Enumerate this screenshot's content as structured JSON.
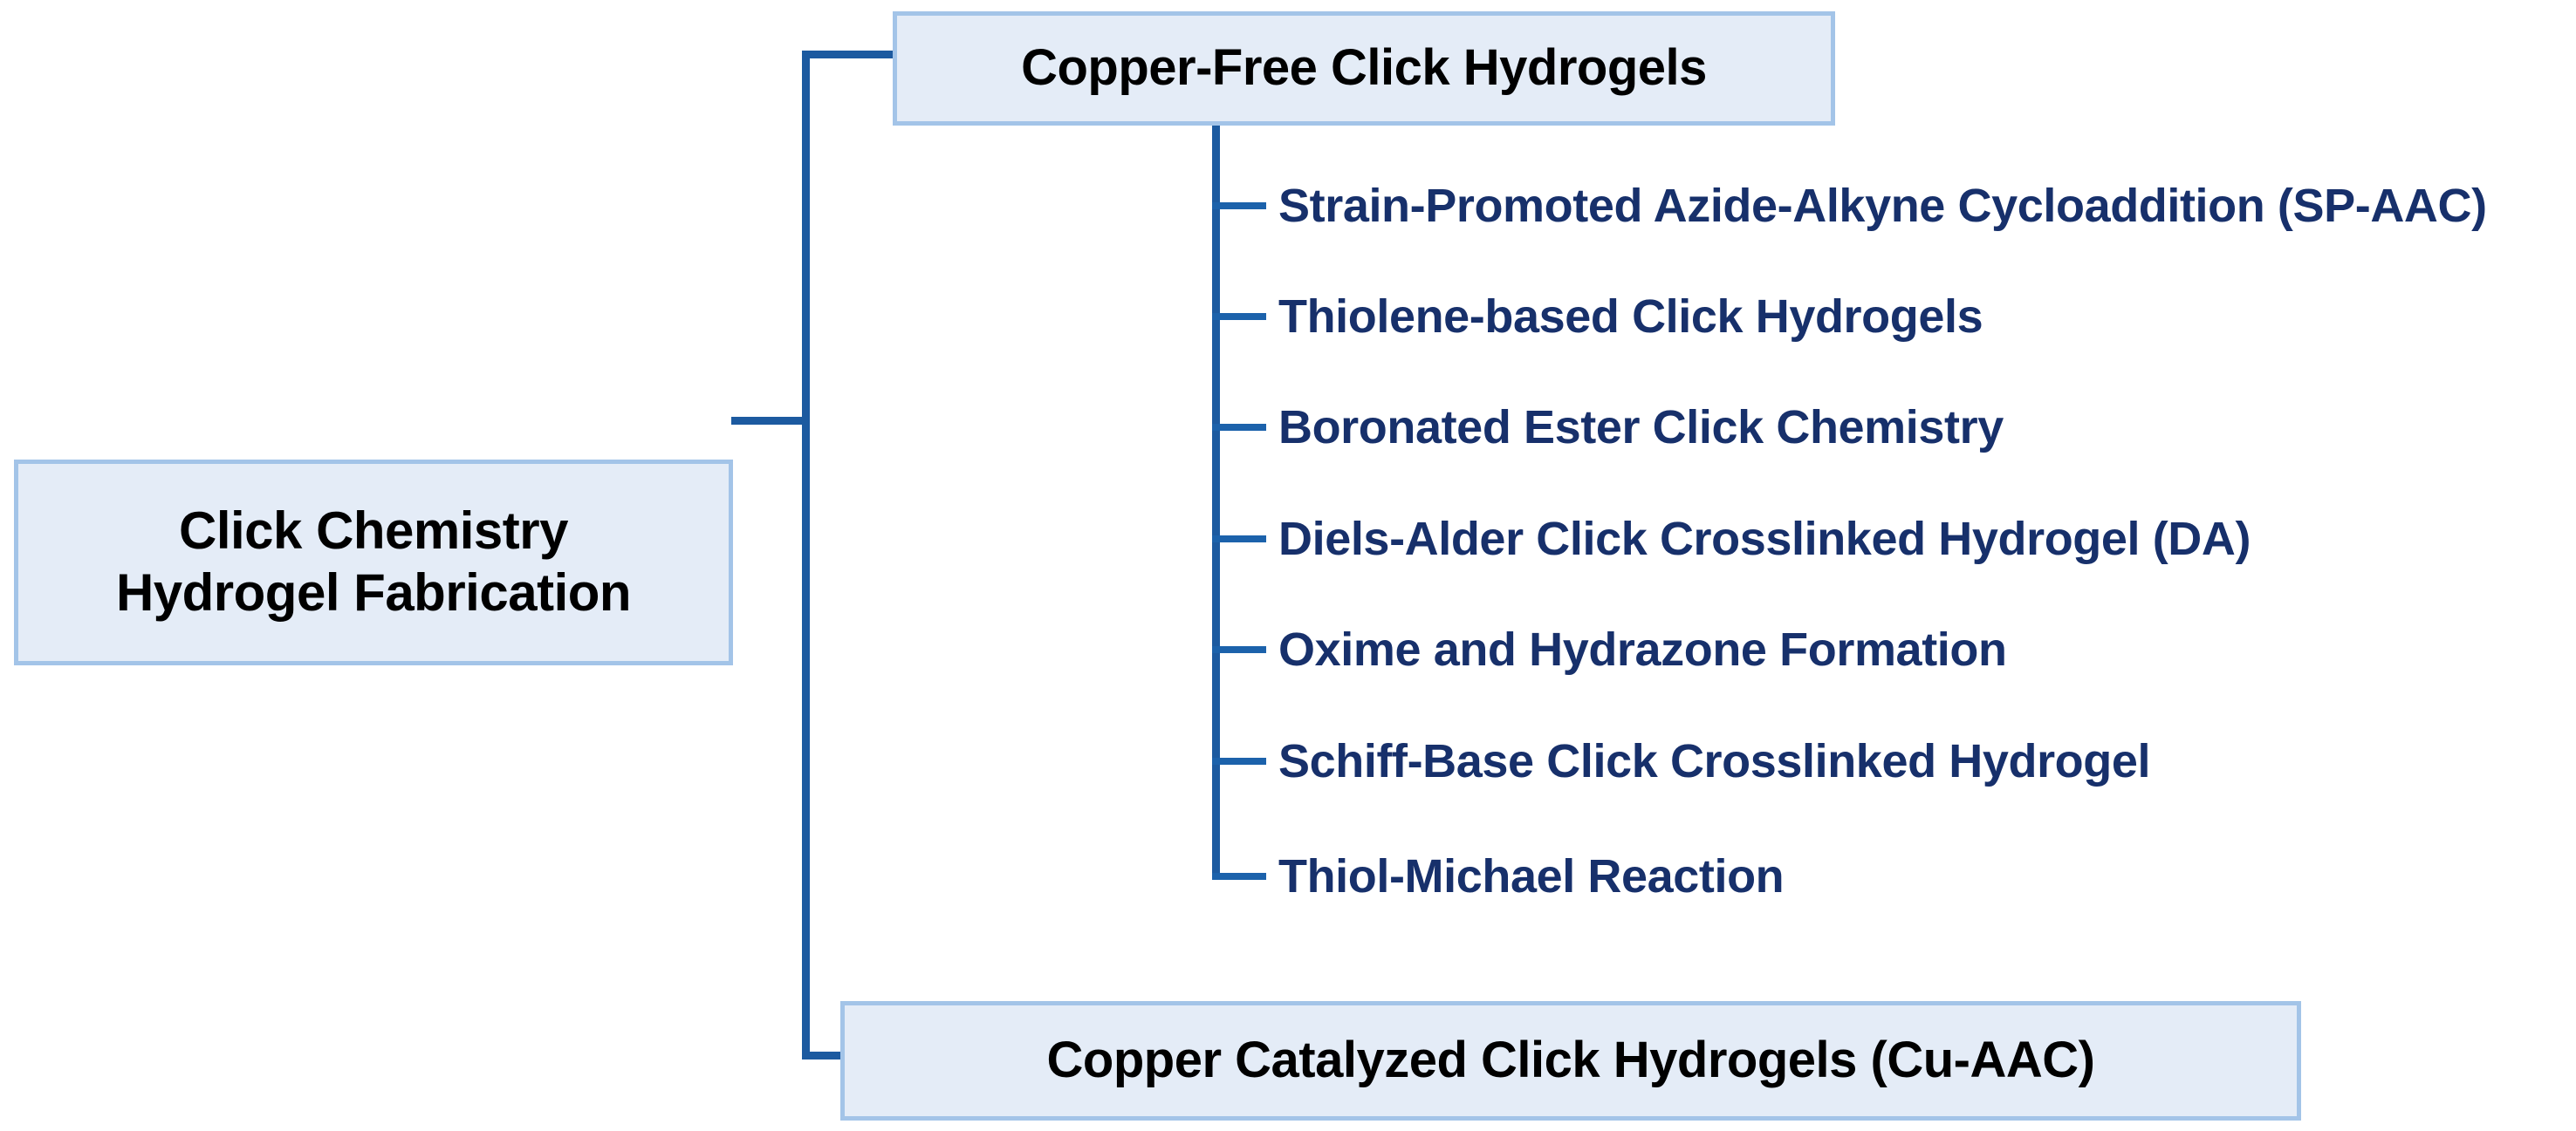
{
  "diagram": {
    "type": "tree",
    "title_node": {
      "label": "Click Chemistry\nHydrogel Fabrication",
      "line1": "Click Chemistry",
      "line2": "Hydrogel Fabrication"
    },
    "branches": [
      {
        "id": "copper-free",
        "label": "Copper-Free Click Hydrogels",
        "children": [
          {
            "label": "Strain-Promoted Azide-Alkyne Cycloaddition (SP-AAC)"
          },
          {
            "label": "Thiolene-based Click Hydrogels"
          },
          {
            "label": "Boronated Ester Click Chemistry"
          },
          {
            "label": "Diels-Alder Click Crosslinked Hydrogel (DA)"
          },
          {
            "label": "Oxime and Hydrazone Formation"
          },
          {
            "label": "Schiff-Base Click Crosslinked Hydrogel"
          },
          {
            "label": "Thiol-Michael Reaction"
          }
        ]
      },
      {
        "id": "copper-catalyzed",
        "label": "Copper Catalyzed Click Hydrogels (Cu-AAC)",
        "children": []
      }
    ],
    "colors": {
      "box_fill": "#e4ecf7",
      "box_border": "#a3c4e8",
      "box_text": "#000000",
      "leaf_text": "#17306b",
      "connector": "#1c5aa0",
      "background": "#ffffff"
    }
  }
}
